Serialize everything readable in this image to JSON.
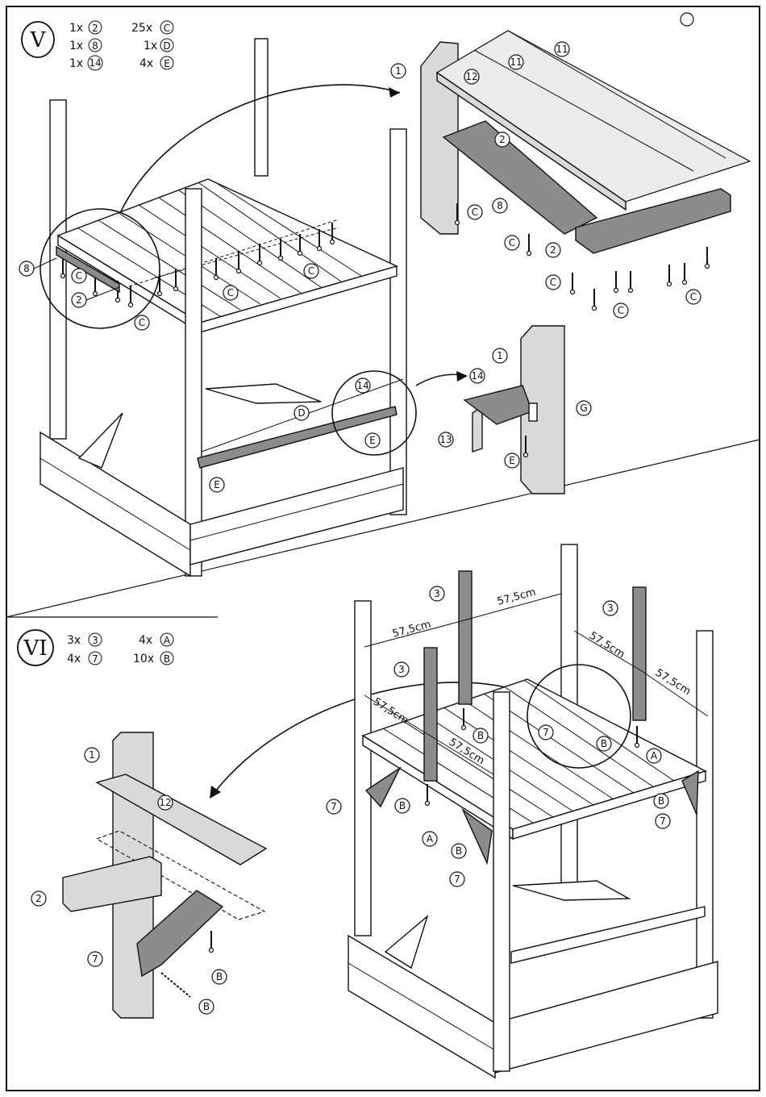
{
  "steps": [
    {
      "numeral": "V",
      "parts": [
        {
          "qty": "1x",
          "id": "2"
        },
        {
          "qty": "1x",
          "id": "8"
        },
        {
          "qty": "1x",
          "id": "14"
        },
        {
          "qty": "25x",
          "id": "C"
        },
        {
          "qty": "1x",
          "id": "D"
        },
        {
          "qty": "4x",
          "id": "E"
        }
      ]
    },
    {
      "numeral": "VI",
      "parts": [
        {
          "qty": "3x",
          "id": "3"
        },
        {
          "qty": "4x",
          "id": "7"
        },
        {
          "qty": "4x",
          "id": "A"
        },
        {
          "qty": "10x",
          "id": "B"
        }
      ]
    }
  ],
  "dimension_label": "57,5cm",
  "callouts": {
    "c1": "1",
    "c2": "2",
    "c3": "3",
    "c7": "7",
    "c8": "8",
    "c11": "11",
    "c12": "12",
    "c13": "13",
    "c14": "14",
    "A": "A",
    "B": "B",
    "C": "C",
    "D": "D",
    "E": "E",
    "G": "G"
  },
  "colors": {
    "ink": "#111111",
    "part_dark": "#8c8c8c",
    "part_light": "#d9d9d9",
    "panel": "#ffffff"
  }
}
